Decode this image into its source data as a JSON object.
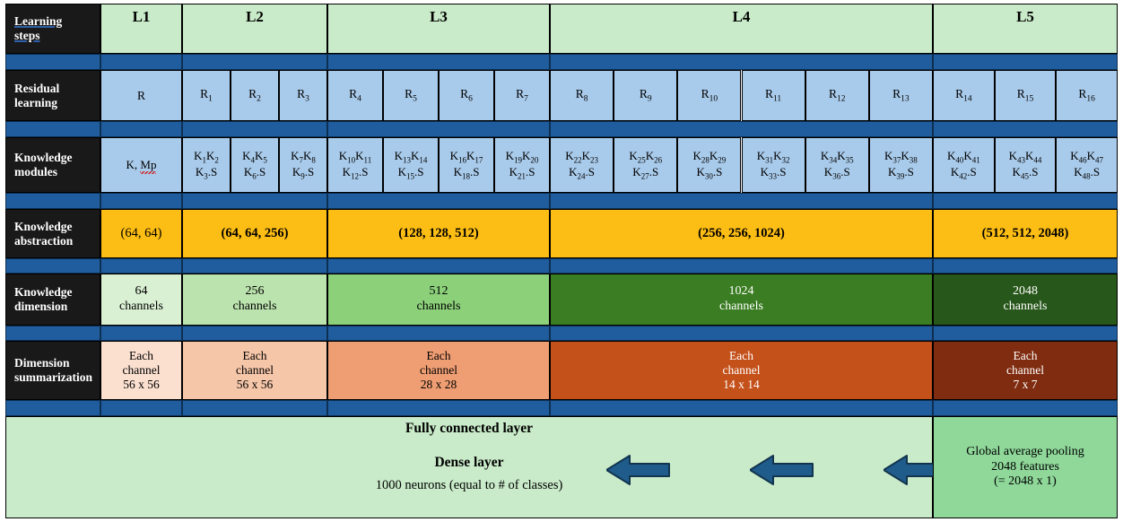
{
  "colors": {
    "band": "#205d9e",
    "label_bg": "#191919",
    "header_green": "#c9ebc9",
    "residual_blue": "#a9cbeb",
    "abstraction_orange": "#fcbd14",
    "dim_1": "#d9f0d3",
    "dim_2": "#bbe3ae",
    "dim_3": "#8cd07a",
    "dim_4": "#3a7d22",
    "dim_5": "#27571a",
    "sum_1": "#fbe0d0",
    "sum_2": "#f6c6a9",
    "sum_3": "#ef9e73",
    "sum_4": "#c4501a",
    "sum_5": "#7f2c10",
    "gap_green": "#8fd89a",
    "arrow": "#1f5c8b"
  },
  "row_labels": {
    "learning_steps": [
      "Learning ",
      "steps"
    ],
    "residual_learning": [
      "Residual",
      "learning"
    ],
    "knowledge_modules": [
      "Knowledge",
      "modules"
    ],
    "knowledge_abstraction": [
      "Knowledge",
      "abstraction"
    ],
    "knowledge_dimension": [
      "Knowledge",
      "dimension"
    ],
    "dimension_summarization": [
      "Dimension",
      "summarization"
    ]
  },
  "learning_steps": [
    "L1",
    "L2",
    "L3",
    "L4",
    "L5"
  ],
  "residual_learning": [
    {
      "base": "R",
      "sub": ""
    },
    {
      "base": "R",
      "sub": "1"
    },
    {
      "base": "R",
      "sub": "2"
    },
    {
      "base": "R",
      "sub": "3"
    },
    {
      "base": "R",
      "sub": "4"
    },
    {
      "base": "R",
      "sub": "5"
    },
    {
      "base": "R",
      "sub": "6"
    },
    {
      "base": "R",
      "sub": "7"
    },
    {
      "base": "R",
      "sub": "8"
    },
    {
      "base": "R",
      "sub": "9"
    },
    {
      "base": "R",
      "sub": "10"
    },
    {
      "base": "R",
      "sub": "11"
    },
    {
      "base": "R",
      "sub": "12"
    },
    {
      "base": "R",
      "sub": "13"
    },
    {
      "base": "R",
      "sub": "14"
    },
    {
      "base": "R",
      "sub": "15"
    },
    {
      "base": "R",
      "sub": "16"
    }
  ],
  "knowledge_modules": [
    {
      "special": "K, Mp",
      "misspelled": "Mp",
      "line1": "",
      "line2": ""
    },
    {
      "line1": [
        [
          "K",
          "1"
        ],
        [
          "K",
          "2"
        ]
      ],
      "line2": [
        [
          "K",
          "3"
        ],
        [
          ".S",
          ""
        ]
      ]
    },
    {
      "line1": [
        [
          "K",
          "4"
        ],
        [
          "K",
          "5"
        ]
      ],
      "line2": [
        [
          "K",
          "6"
        ],
        [
          ".S",
          ""
        ]
      ]
    },
    {
      "line1": [
        [
          "K",
          "7"
        ],
        [
          "K",
          "8"
        ]
      ],
      "line2": [
        [
          "K",
          "9"
        ],
        [
          ".S",
          ""
        ]
      ]
    },
    {
      "line1": [
        [
          "K",
          "10"
        ],
        [
          "K",
          "11"
        ]
      ],
      "line2": [
        [
          "K",
          "12"
        ],
        [
          ".S",
          ""
        ]
      ]
    },
    {
      "line1": [
        [
          "K",
          "13"
        ],
        [
          "K",
          "14"
        ]
      ],
      "line2": [
        [
          "K",
          "15"
        ],
        [
          ".S",
          ""
        ]
      ]
    },
    {
      "line1": [
        [
          "K",
          "16"
        ],
        [
          "K",
          "17"
        ]
      ],
      "line2": [
        [
          "K",
          "18"
        ],
        [
          ".S",
          ""
        ]
      ]
    },
    {
      "line1": [
        [
          "K",
          "19"
        ],
        [
          "K",
          "20"
        ]
      ],
      "line2": [
        [
          "K",
          "21"
        ],
        [
          ".S",
          ""
        ]
      ]
    },
    {
      "line1": [
        [
          "K",
          "22"
        ],
        [
          "K",
          "23"
        ]
      ],
      "line2": [
        [
          "K",
          "24"
        ],
        [
          ".S",
          ""
        ]
      ]
    },
    {
      "line1": [
        [
          "K",
          "25"
        ],
        [
          "K",
          "26"
        ]
      ],
      "line2": [
        [
          "K",
          "27"
        ],
        [
          ".S",
          ""
        ]
      ]
    },
    {
      "line1": [
        [
          "K",
          "28"
        ],
        [
          "K",
          "29"
        ]
      ],
      "line2": [
        [
          "K",
          "30"
        ],
        [
          ".S",
          ""
        ]
      ]
    },
    {
      "line1": [
        [
          "K",
          "31"
        ],
        [
          "K",
          "32"
        ]
      ],
      "line2": [
        [
          "K",
          "33"
        ],
        [
          ".S",
          ""
        ]
      ]
    },
    {
      "line1": [
        [
          "K",
          "34"
        ],
        [
          "K",
          "35"
        ]
      ],
      "line2": [
        [
          "K",
          "36"
        ],
        [
          ".S",
          ""
        ]
      ]
    },
    {
      "line1": [
        [
          "K",
          "37"
        ],
        [
          "K",
          "38"
        ]
      ],
      "line2": [
        [
          "K",
          "39"
        ],
        [
          ".S",
          ""
        ]
      ]
    },
    {
      "line1": [
        [
          "K",
          "40"
        ],
        [
          "K",
          "41"
        ]
      ],
      "line2": [
        [
          "K",
          "42"
        ],
        [
          ".S",
          ""
        ]
      ]
    },
    {
      "line1": [
        [
          "K",
          "43"
        ],
        [
          "K",
          "44"
        ]
      ],
      "line2": [
        [
          "K",
          "45"
        ],
        [
          ".S",
          ""
        ]
      ]
    },
    {
      "line1": [
        [
          "K",
          "46"
        ],
        [
          "K",
          "47"
        ]
      ],
      "line2": [
        [
          "K",
          "48"
        ],
        [
          ".S",
          ""
        ]
      ]
    }
  ],
  "knowledge_abstraction": [
    "(64, 64)",
    "(64, 64, 256)",
    "(128, 128, 512)",
    "(256, 256, 1024)",
    "(512, 512, 2048)"
  ],
  "knowledge_dimension": [
    {
      "count": "64",
      "unit": "channels"
    },
    {
      "count": "256",
      "unit": "channels"
    },
    {
      "count": "512",
      "unit": "channels"
    },
    {
      "count": "1024",
      "unit": "channels"
    },
    {
      "count": "2048",
      "unit": "channels"
    }
  ],
  "dimension_summarization": [
    {
      "l1": "Each",
      "l2": "channel",
      "l3": "56 x 56"
    },
    {
      "l1": "Each",
      "l2": "channel",
      "l3": "56 x 56"
    },
    {
      "l1": "Each",
      "l2": "channel",
      "l3": "28 x 28"
    },
    {
      "l1": "Each",
      "l2": "channel",
      "l3": "14 x 14"
    },
    {
      "l1": "Each",
      "l2": "channel",
      "l3": "7 x 7"
    }
  ],
  "footer": {
    "fully_connected": "Fully connected layer",
    "dense_layer": "Dense layer",
    "neurons": "1000 neurons (equal to # of classes)",
    "gap_line1": "Global average pooling",
    "gap_line2": "2048 features",
    "gap_line3": "(= 2048 x 1)"
  }
}
